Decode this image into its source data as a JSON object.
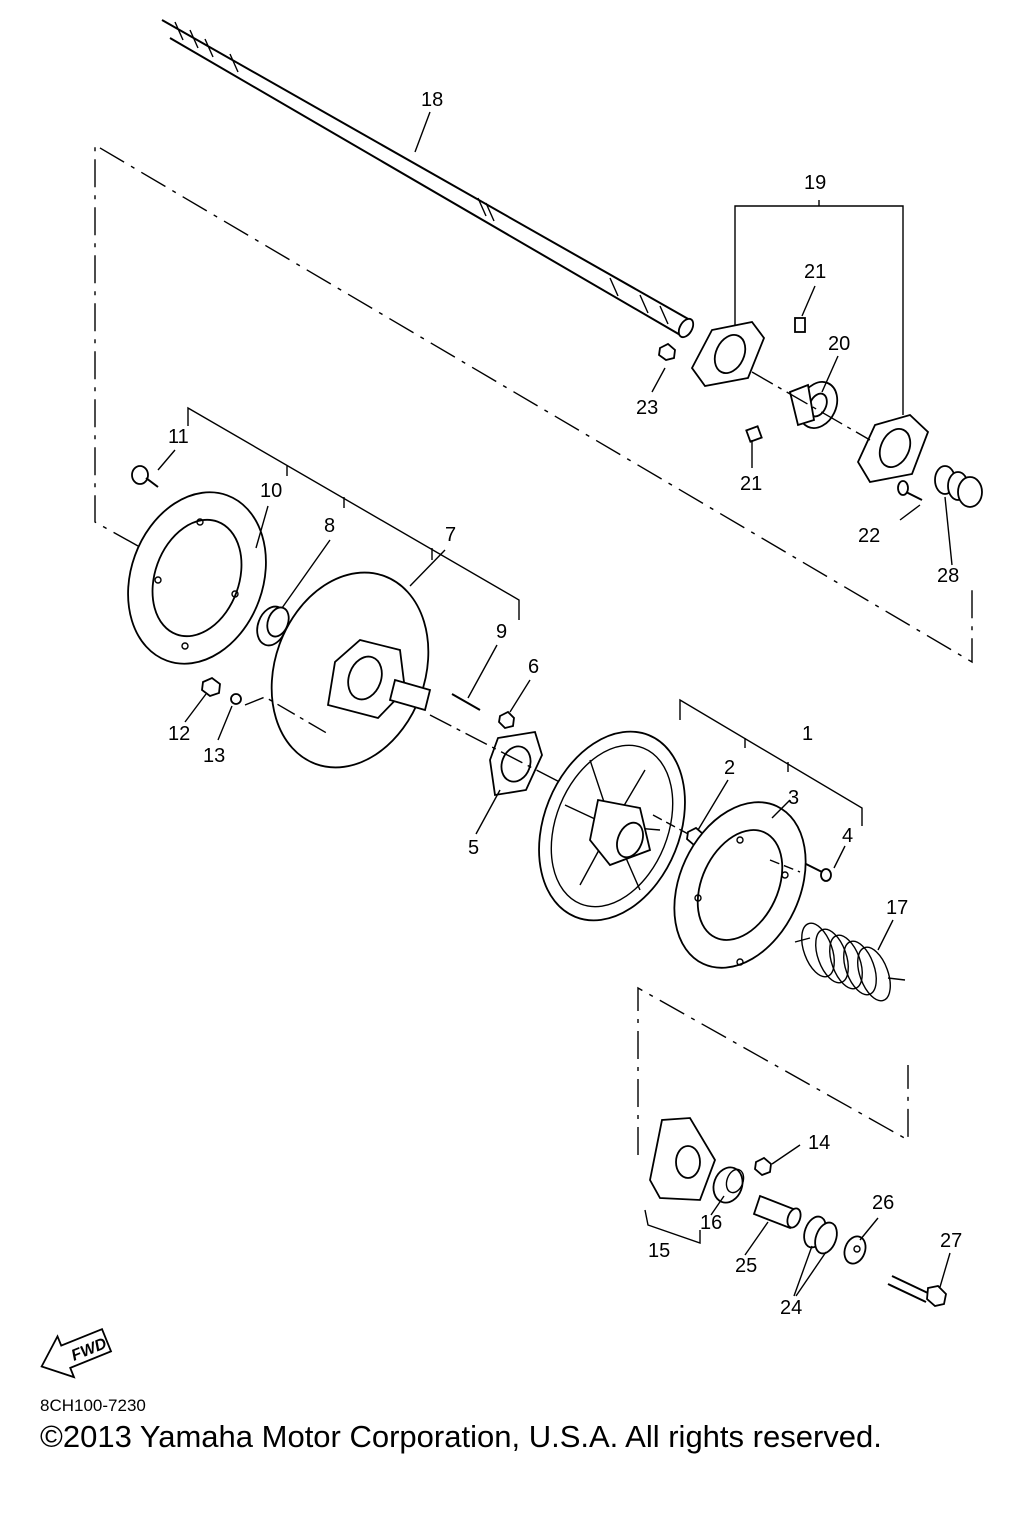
{
  "labels": [
    {
      "id": "18",
      "text": "18"
    },
    {
      "id": "19",
      "text": "19"
    },
    {
      "id": "21a",
      "text": "21"
    },
    {
      "id": "20",
      "text": "20"
    },
    {
      "id": "23",
      "text": "23"
    },
    {
      "id": "21b",
      "text": "21"
    },
    {
      "id": "11",
      "text": "11"
    },
    {
      "id": "10",
      "text": "10"
    },
    {
      "id": "8",
      "text": "8"
    },
    {
      "id": "7",
      "text": "7"
    },
    {
      "id": "22",
      "text": "22"
    },
    {
      "id": "28",
      "text": "28"
    },
    {
      "id": "9",
      "text": "9"
    },
    {
      "id": "6",
      "text": "6"
    },
    {
      "id": "12",
      "text": "12"
    },
    {
      "id": "13",
      "text": "13"
    },
    {
      "id": "1",
      "text": "1"
    },
    {
      "id": "2",
      "text": "2"
    },
    {
      "id": "3",
      "text": "3"
    },
    {
      "id": "4",
      "text": "4"
    },
    {
      "id": "5",
      "text": "5"
    },
    {
      "id": "17",
      "text": "17"
    },
    {
      "id": "14",
      "text": "14"
    },
    {
      "id": "26",
      "text": "26"
    },
    {
      "id": "16",
      "text": "16"
    },
    {
      "id": "27",
      "text": "27"
    },
    {
      "id": "15",
      "text": "15"
    },
    {
      "id": "25",
      "text": "25"
    },
    {
      "id": "24",
      "text": "24"
    }
  ],
  "fwd_label": "FWD",
  "diagram_code": "8CH100-7230",
  "copyright": "©2013 Yamaha Motor Corporation, U.S.A. All rights reserved."
}
